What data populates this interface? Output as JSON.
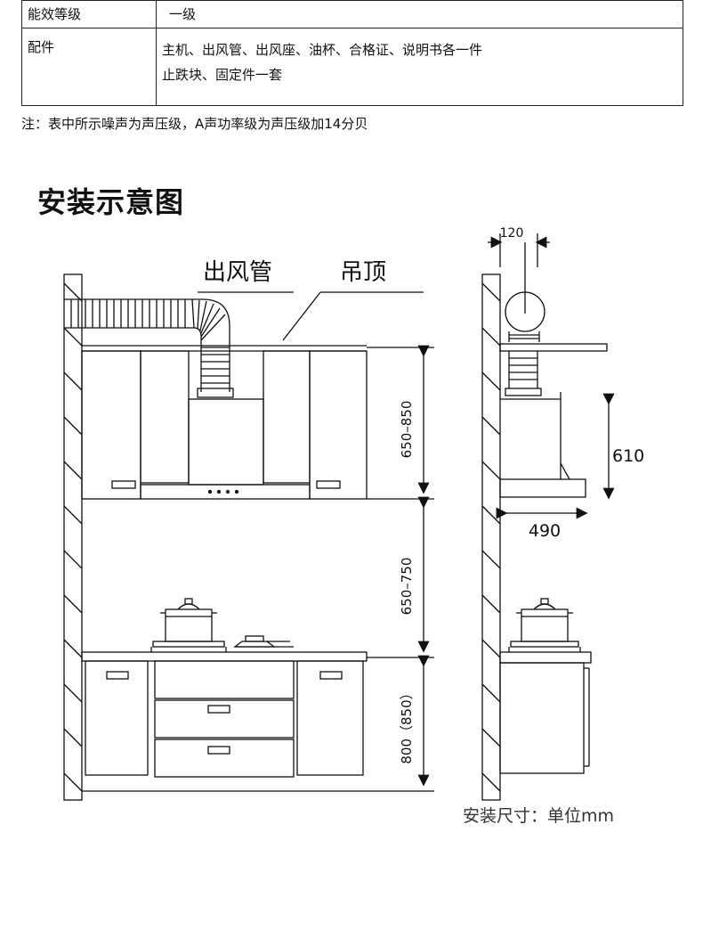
{
  "spec_table": {
    "rows": [
      {
        "key": "能效等级",
        "value_lines": [
          "一级"
        ]
      },
      {
        "key": "配件",
        "value_lines": [
          "主机、出风管、出风座、油杯、合格证、说明书各一件",
          "止跌块、固定件一套"
        ]
      }
    ]
  },
  "note": "注：表中所示噪声为声压级，A声功率级为声压级加14分贝",
  "section_title": "安装示意图",
  "diagram": {
    "label_duct": "出风管",
    "label_ceiling": "吊顶",
    "dim_top": "650–850",
    "dim_middle": "650–750",
    "dim_bottom": "800（850）",
    "dim_depth": "120",
    "dim_hood_height": "610",
    "dim_hood_depth": "490",
    "footer_label": "安装尺寸：单位mm"
  }
}
